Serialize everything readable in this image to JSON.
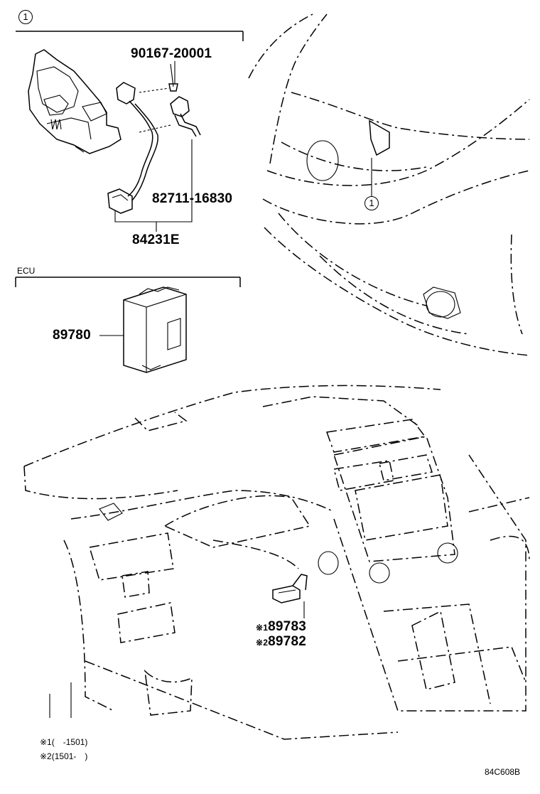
{
  "callout_marker": "1",
  "section_labels": {
    "ecu": "ECU"
  },
  "parts": {
    "bolt": "90167-20001",
    "hood_wire": "82711-16830",
    "hood_switch_assy": "84231E",
    "ecu": "89780",
    "sensor_1": "89783",
    "sensor_2": "89782"
  },
  "part_prefixes": {
    "sensor_1": "※1",
    "sensor_2": "※2"
  },
  "footnotes": [
    {
      "mark": "※1",
      "text": "(　-1501)"
    },
    {
      "mark": "※2",
      "text": "(1501-　)"
    }
  ],
  "figure_code": "84C608B"
}
